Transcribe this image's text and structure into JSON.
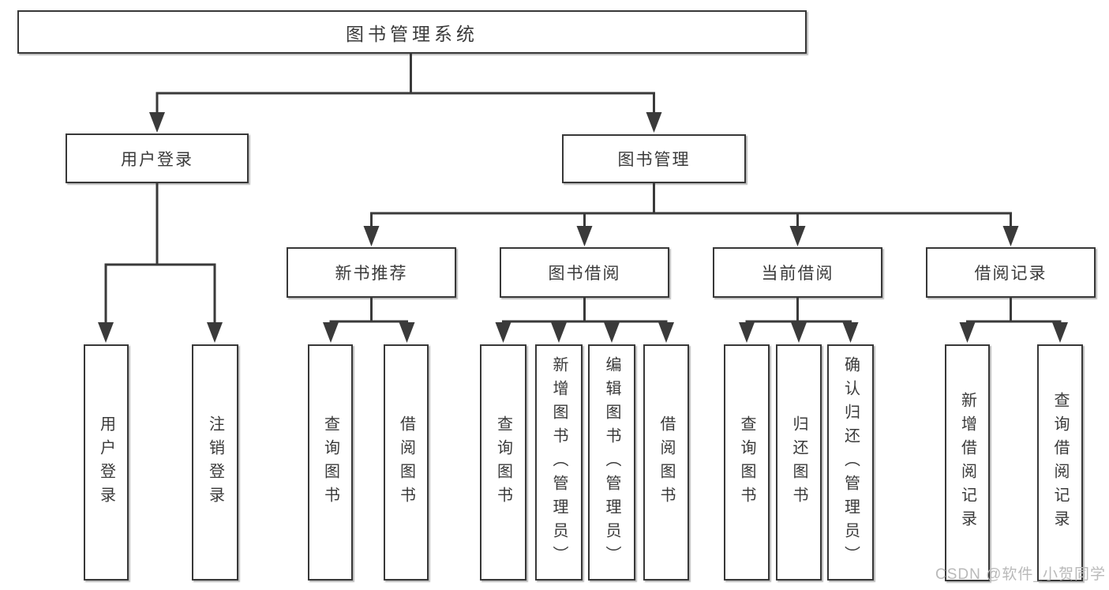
{
  "diagram": {
    "type": "tree",
    "root": {
      "label": "图书管理系统"
    },
    "level2": [
      {
        "label": "用户登录"
      },
      {
        "label": "图书管理"
      }
    ],
    "level3": [
      {
        "label": "新书推荐",
        "parent": "图书管理"
      },
      {
        "label": "图书借阅",
        "parent": "图书管理"
      },
      {
        "label": "当前借阅",
        "parent": "图书管理"
      },
      {
        "label": "借阅记录",
        "parent": "图书管理"
      }
    ],
    "leaves": [
      {
        "label": "用户登录",
        "parent": "用户登录"
      },
      {
        "label": "注销登录",
        "parent": "用户登录"
      },
      {
        "label": "查询图书",
        "parent": "新书推荐"
      },
      {
        "label": "借阅图书",
        "parent": "新书推荐"
      },
      {
        "label": "查询图书",
        "parent": "图书借阅"
      },
      {
        "label": "新增图书（管理员）",
        "parent": "图书借阅"
      },
      {
        "label": "编辑图书（管理员）",
        "parent": "图书借阅"
      },
      {
        "label": "借阅图书",
        "parent": "图书借阅"
      },
      {
        "label": "查询图书",
        "parent": "当前借阅"
      },
      {
        "label": "归还图书",
        "parent": "当前借阅"
      },
      {
        "label": "确认归还（管理员）",
        "parent": "当前借阅"
      },
      {
        "label": "新增借阅记录",
        "parent": "借阅记录"
      },
      {
        "label": "查询借阅记录",
        "parent": "借阅记录"
      }
    ]
  },
  "watermark": {
    "text": "CSDN @软件_小贺同学"
  },
  "colors": {
    "line": "#3a3a3a",
    "box_border": "#383838",
    "box_fill": "#ffffff",
    "text": "#3a3a3a",
    "watermark": "#b9b9b9",
    "background": "#ffffff"
  }
}
